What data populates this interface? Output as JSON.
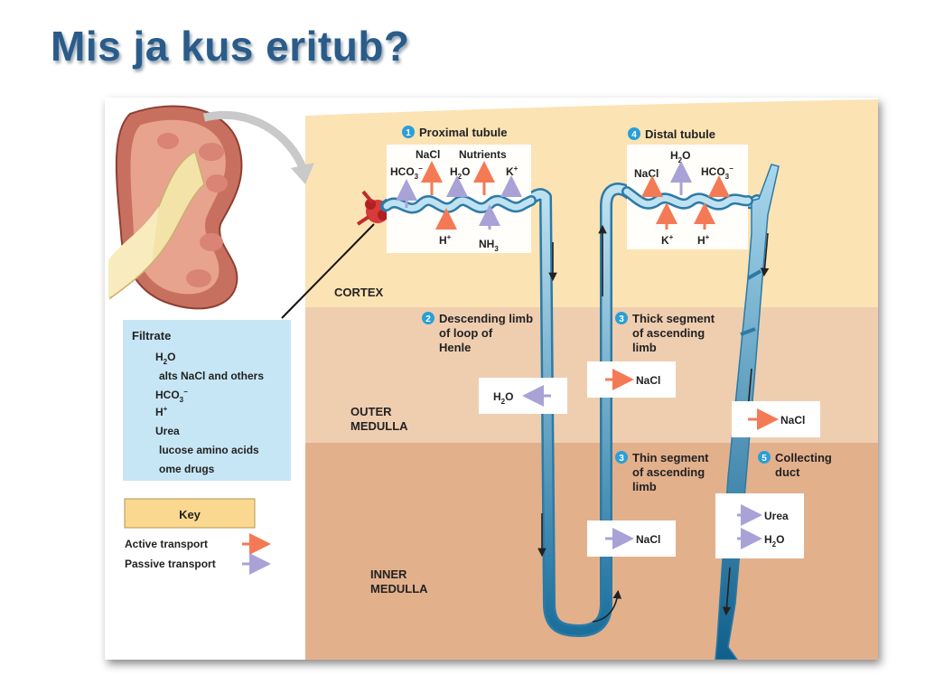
{
  "title": "Mis ja kus eritub?",
  "colors": {
    "title": "#2a5c8a",
    "cortex": "#fbe3b4",
    "outer_medulla": "#efceb0",
    "inner_medulla": "#e3b08c",
    "filtrate_box": "#c7e6f5",
    "key_box": "#fbd88f",
    "active_arrow": "#f47a55",
    "passive_arrow": "#a9a2d6",
    "number_badge": "#2a9fd8"
  },
  "regions": {
    "cortex": "CORTEX",
    "outer_medulla_1": "OUTER",
    "outer_medulla_2": "MEDULLA",
    "inner_medulla_1": "INNER",
    "inner_medulla_2": "MEDULLA"
  },
  "filtrate": {
    "title": "Filtrate",
    "items": [
      "H",
      "alts  NaCl and others",
      "HCO",
      "H",
      "Urea",
      "lucose  amino acids",
      "ome drugs"
    ]
  },
  "key": {
    "title": "Key",
    "active": "Active transport",
    "passive": "Passive transport"
  },
  "segments": {
    "s1": {
      "num": "1",
      "label": "Proximal tubule"
    },
    "s2": {
      "num": "2",
      "lines": [
        "Descending limb",
        "of loop of",
        "Henle"
      ]
    },
    "s3a": {
      "num": "3",
      "lines": [
        "Thick segment",
        "of ascending",
        "limb"
      ]
    },
    "s3b": {
      "num": "3",
      "lines": [
        "Thin segment",
        "of ascending",
        "limb"
      ]
    },
    "s4": {
      "num": "4",
      "label": "Distal tubule"
    },
    "s5": {
      "num": "5",
      "lines": [
        "Collecting",
        "duct"
      ]
    }
  },
  "proximal": {
    "out": [
      "NaCl",
      "Nutrients",
      "HCO",
      "H",
      "O",
      "K"
    ],
    "in": [
      "H",
      "NH"
    ]
  },
  "distal": {
    "out": [
      "H",
      "O",
      "NaCl",
      "HCO"
    ],
    "in": [
      "K",
      "H"
    ]
  },
  "substances": {
    "h2o_desc": "H",
    "nacl_thick": "NaCl",
    "nacl_collect": "NaCl",
    "nacl_thin": "NaCl",
    "urea": "Urea",
    "h2o_collect": "H"
  },
  "sub": {
    "two": "2",
    "three": "3",
    "o": "O",
    "minus": "−",
    "plus": "+"
  }
}
